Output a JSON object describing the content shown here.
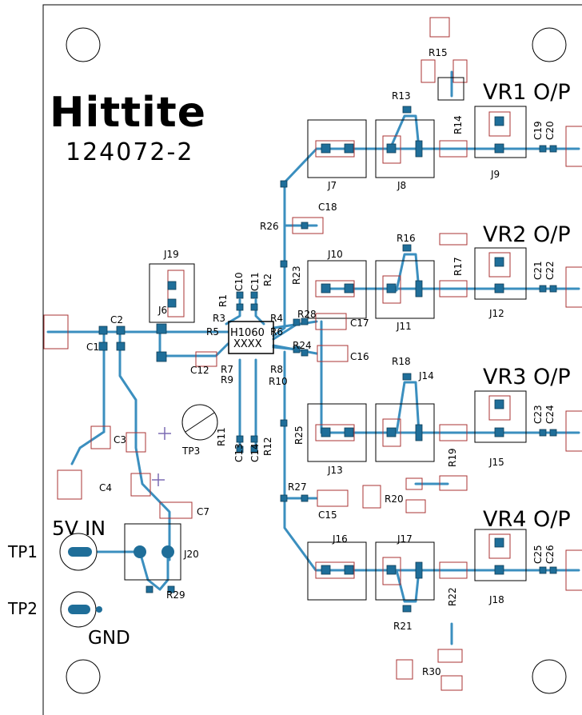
{
  "logo": {
    "brand": "Hittite",
    "part_number": "124072-2"
  },
  "headers": {
    "vr1": "VR1  O/P",
    "vr2": "VR2  O/P",
    "vr3": "VR3  O/P",
    "vr4": "VR4  O/P",
    "vin": "5V  IN",
    "gnd": "GND",
    "tp1": "TP1",
    "tp2": "TP2"
  },
  "ic": {
    "line1": "H1060",
    "line2": "XXXX"
  },
  "labels": {
    "R1": "R1",
    "R2": "R2",
    "R3": "R3",
    "R4": "R4",
    "R5": "R5",
    "R6": "R6",
    "R7": "R7",
    "R8": "R8",
    "R9": "R9",
    "R10": "R10",
    "R11": "R11",
    "R12": "R12",
    "R13": "R13",
    "R14": "R14",
    "R15": "R15",
    "R16": "R16",
    "R17": "R17",
    "R18": "R18",
    "R19": "R19",
    "R20": "R20",
    "R21": "R21",
    "R22": "R22",
    "R23": "R23",
    "R24": "R24",
    "R25": "R25",
    "R26": "R26",
    "R27": "R27",
    "R28": "R28",
    "R29": "R29",
    "R30": "R30",
    "C1": "C1",
    "C2": "C2",
    "C3": "C3",
    "C4": "C4",
    "C7": "C7",
    "C10": "C10",
    "C11": "C11",
    "C12": "C12",
    "C13": "C13",
    "C14": "C14",
    "C15": "C15",
    "C16": "C16",
    "C17": "C17",
    "C18": "C18",
    "C19": "C19",
    "C20": "C20",
    "C21": "C21",
    "C22": "C22",
    "C23": "C23",
    "C24": "C24",
    "C25": "C25",
    "C26": "C26",
    "J6": "J6",
    "J7": "J7",
    "J8": "J8",
    "J9": "J9",
    "J10": "J10",
    "J11": "J11",
    "J12": "J12",
    "J13": "J13",
    "J14": "J14",
    "J15": "J15",
    "J16": "J16",
    "J17": "J17",
    "J18": "J18",
    "J19": "J19",
    "J20": "J20",
    "TP3": "TP3"
  },
  "colors": {
    "trace": "#3b8fbf",
    "pad": "#1f6e99",
    "silk": "#a33",
    "outline": "#000000",
    "cross": "#7b6bb3"
  }
}
